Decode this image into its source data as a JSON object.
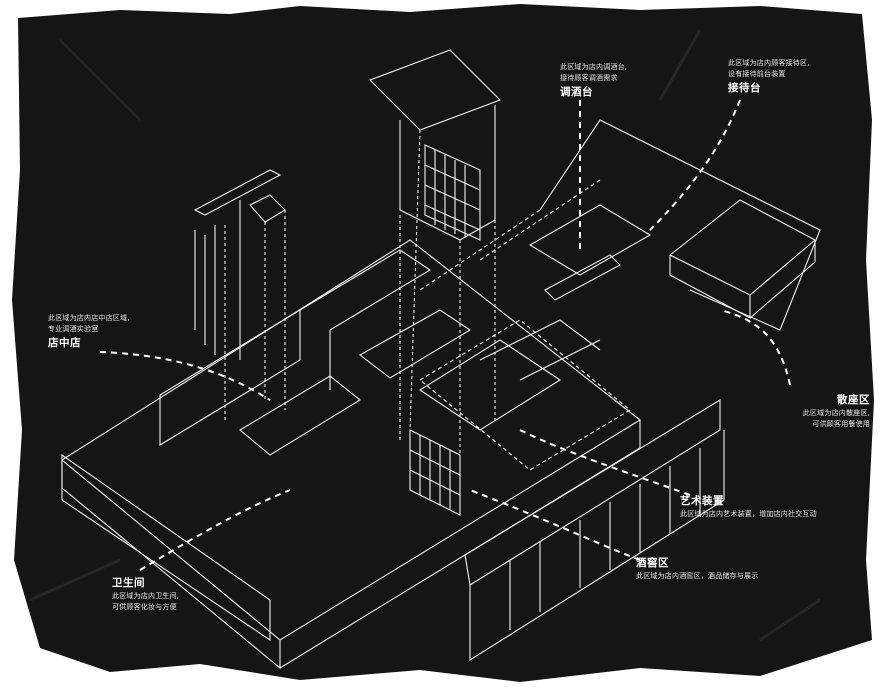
{
  "labels": {
    "bar": {
      "title": "调酒台",
      "desc1": "此区域为店内调酒台,",
      "desc2": "接待顾客调酒需求"
    },
    "reception": {
      "title": "接待台",
      "desc1": "此区域为店内顾客接待区,",
      "desc2": "设有接待前台装置"
    },
    "shop": {
      "title": "店中店",
      "desc1": "此区域为店内店中店区域,",
      "desc2": "专业调酒实验室"
    },
    "seating": {
      "title": "散座区",
      "desc1": "此区域为店内散座区,",
      "desc2": "可供顾客用餐使用"
    },
    "art": {
      "title": "艺术装置",
      "desc1": "此区域为店内艺术装置，增加店内社交互动"
    },
    "cellar": {
      "title": "酒窖区",
      "desc1": "此区域为店内酒窖区，酒品储存与展示"
    },
    "wc": {
      "title": "卫生间",
      "desc1": "此区域为店内卫生间,",
      "desc2": "可供顾客化妆与方便"
    }
  },
  "colors": {
    "paper": "#141414",
    "line": "#f2f2f2",
    "text": "#ffffff"
  }
}
